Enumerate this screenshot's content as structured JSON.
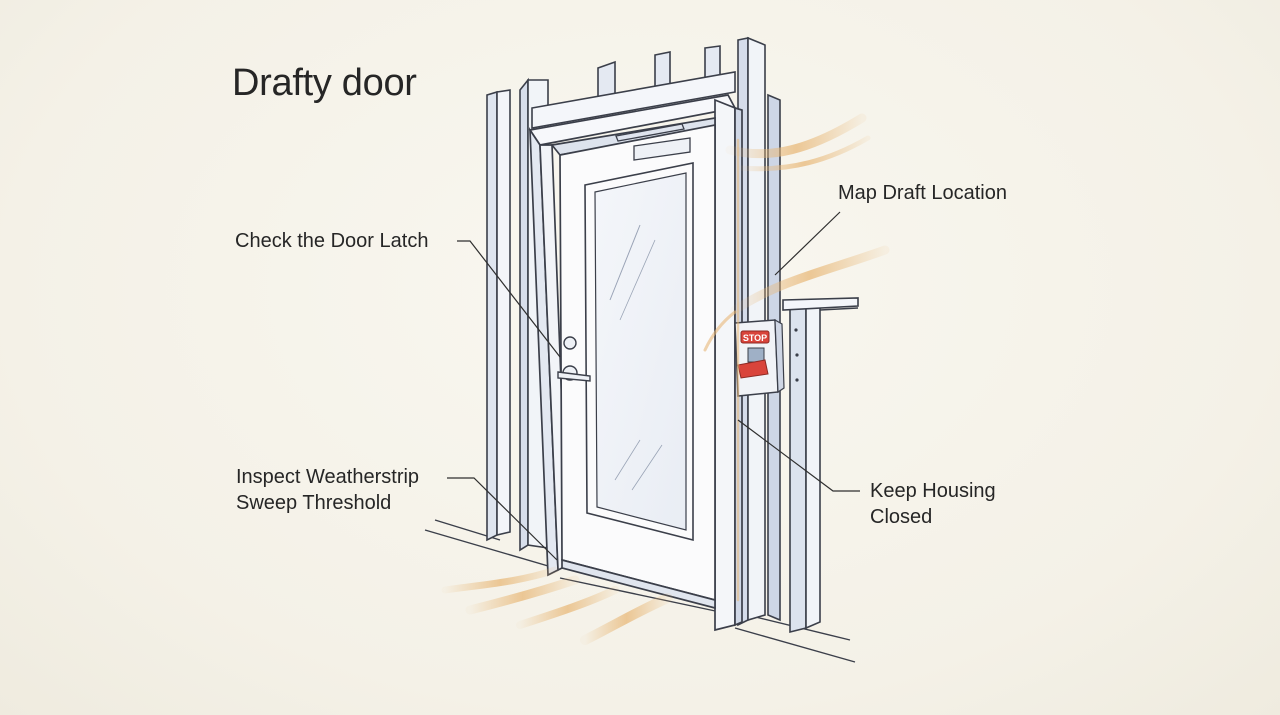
{
  "title": "Drafty door",
  "callouts": {
    "latch": {
      "lines": [
        "Check the Door Latch"
      ]
    },
    "draft": {
      "lines": [
        "Map Draft Location"
      ]
    },
    "weather": {
      "lines": [
        "Inspect Weatherstrip",
        "Sweep Threshold"
      ]
    },
    "housing": {
      "lines": [
        "Keep Housing",
        "Closed"
      ]
    }
  },
  "switch_label": "STOP",
  "colors": {
    "background": "#f6f3ea",
    "ink": "#3b3f4a",
    "frame_shade": "#c9d2e3",
    "draft": "#e8b878",
    "stop_red": "#d9443b"
  },
  "icons": [
    "door-icon",
    "door-closer-icon",
    "door-handle-icon",
    "stop-switch-icon",
    "draft-airflow-icon"
  ]
}
